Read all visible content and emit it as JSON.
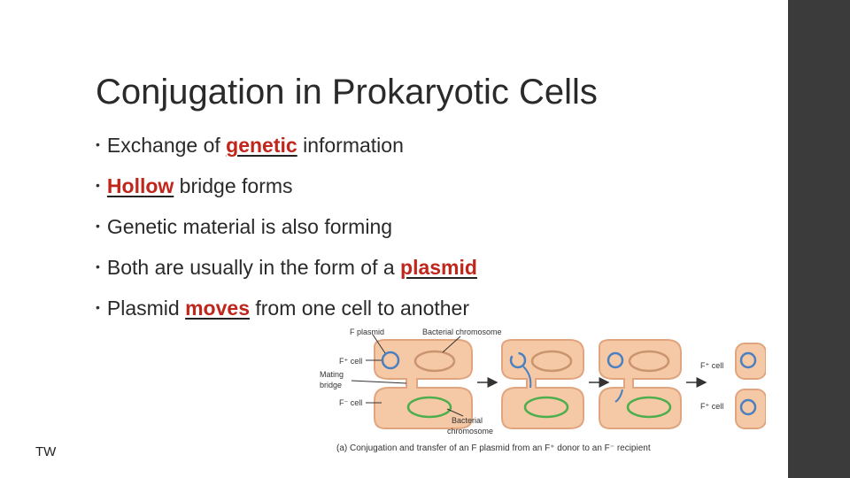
{
  "slide": {
    "title": "Conjugation in Prokaryotic Cells",
    "bullets": [
      {
        "before": "Exchange of ",
        "highlight": "genetic",
        "after": " information"
      },
      {
        "before": "",
        "highlight": "Hollow",
        "after": " bridge forms"
      },
      {
        "before": "Genetic material is also forming",
        "highlight": "",
        "after": ""
      },
      {
        "before": "Both are usually in the form of a ",
        "highlight": "plasmid",
        "after": ""
      },
      {
        "before": "Plasmid ",
        "highlight": "moves",
        "after": " from one cell to another"
      }
    ],
    "footer": "TW"
  },
  "figure": {
    "labels": {
      "f_plasmid": "F plasmid",
      "bacterial_chromosome": "Bacterial chromosome",
      "f_plus_cell": "F⁺ cell",
      "mating": "Mating",
      "bridge": "bridge",
      "f_minus_cell": "F⁻ cell",
      "bacterial": "Bacterial",
      "chromosome": "chromosome",
      "f_plus_cell_top": "F⁺ cell",
      "f_plus_cell_bottom": "F⁺ cell"
    },
    "caption": "(a) Conjugation and transfer of an F plasmid from an F⁺ donor to an F⁻ recipient"
  },
  "colors": {
    "highlight": "#c0261b",
    "sidebar": "#3b3b3b",
    "cell_fill": "#f6c9a6",
    "cell_stroke": "#e0a57e",
    "plasmid": "#4a7fc0",
    "chromosome_top": "#d9a27a",
    "chromosome_bottom": "#4cae4c"
  }
}
